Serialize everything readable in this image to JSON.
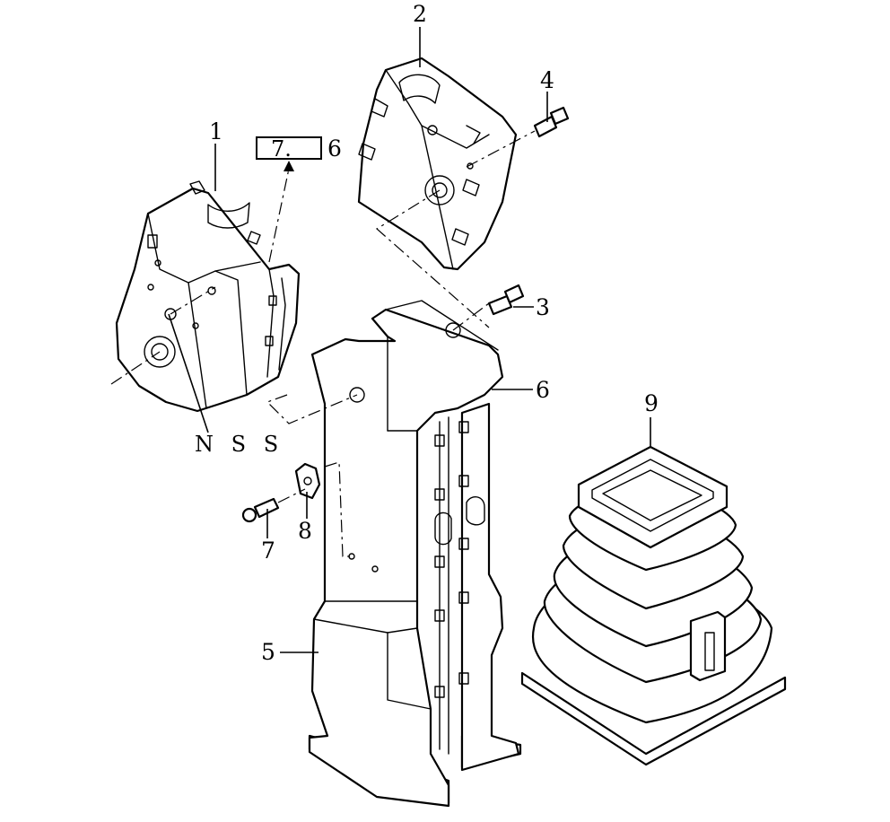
{
  "callouts": {
    "c1": "1",
    "c2": "2",
    "c3": "3",
    "c4": "4",
    "c5": "5",
    "c6a": "6",
    "c6b": "6",
    "c7": "7",
    "c8": "8",
    "c9": "9"
  },
  "reference_box": {
    "text": "7.",
    "suffix": "6"
  },
  "nss_label": "N S S",
  "colors": {
    "line": "#000000",
    "background": "#ffffff"
  }
}
